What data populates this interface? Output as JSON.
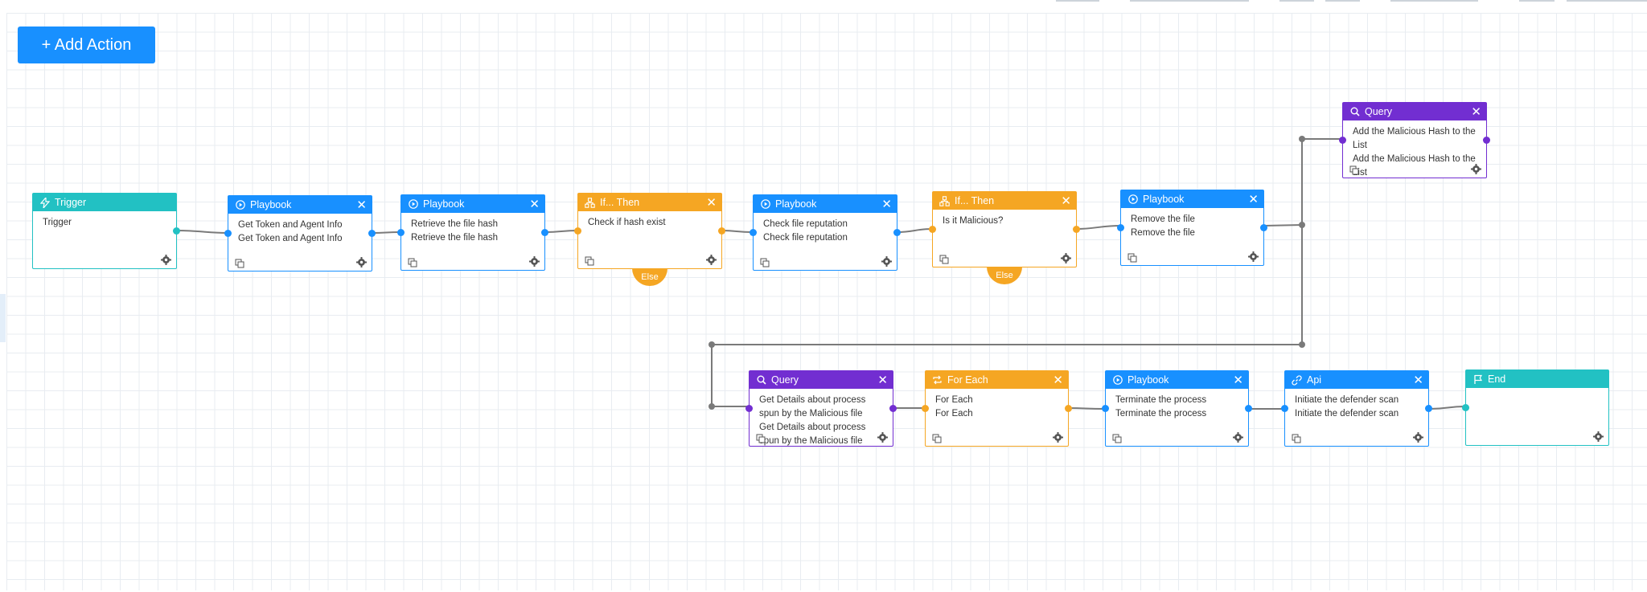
{
  "toolbar": {
    "add_action_label": "+ Add Action"
  },
  "nodes": {
    "trigger": {
      "title": "Trigger",
      "color": "#22c1c3",
      "lines": [
        "Trigger"
      ]
    },
    "playbook1": {
      "title": "Playbook",
      "color": "#1890ff",
      "lines": [
        "Get Token and Agent Info",
        "Get Token and Agent Info"
      ]
    },
    "playbook2": {
      "title": "Playbook",
      "color": "#1890ff",
      "lines": [
        "Retrieve the file hash",
        "Retrieve the file hash"
      ]
    },
    "ifthen1": {
      "title": "If... Then",
      "color": "#f5a623",
      "lines": [
        "Check if hash exist"
      ],
      "else_label": "Else"
    },
    "playbook3": {
      "title": "Playbook",
      "color": "#1890ff",
      "lines": [
        "Check file reputation",
        "Check file reputation"
      ]
    },
    "ifthen2": {
      "title": "If... Then",
      "color": "#f5a623",
      "lines": [
        "Is it Malicious?"
      ],
      "else_label": "Else"
    },
    "playbook4": {
      "title": "Playbook",
      "color": "#1890ff",
      "lines": [
        "Remove the file",
        "Remove the file"
      ]
    },
    "query1": {
      "title": "Query",
      "color": "#722ed1",
      "lines": [
        "Add the Malicious Hash to the",
        "List",
        "Add the Malicious Hash to the",
        "List"
      ]
    },
    "query2": {
      "title": "Query",
      "color": "#722ed1",
      "lines": [
        "Get Details about process",
        "spun by the Malicious file",
        "Get Details about process",
        "spun by the Malicious file"
      ]
    },
    "foreach": {
      "title": "For Each",
      "color": "#f5a623",
      "lines": [
        "For Each",
        "For Each"
      ]
    },
    "playbook5": {
      "title": "Playbook",
      "color": "#1890ff",
      "lines": [
        "Terminate the process",
        "Terminate the process"
      ]
    },
    "api": {
      "title": "Api",
      "color": "#1890ff",
      "lines": [
        "Initiate the defender scan",
        "Initiate the defender scan"
      ]
    },
    "end": {
      "title": "End",
      "color": "#22c1c3",
      "lines": []
    }
  }
}
